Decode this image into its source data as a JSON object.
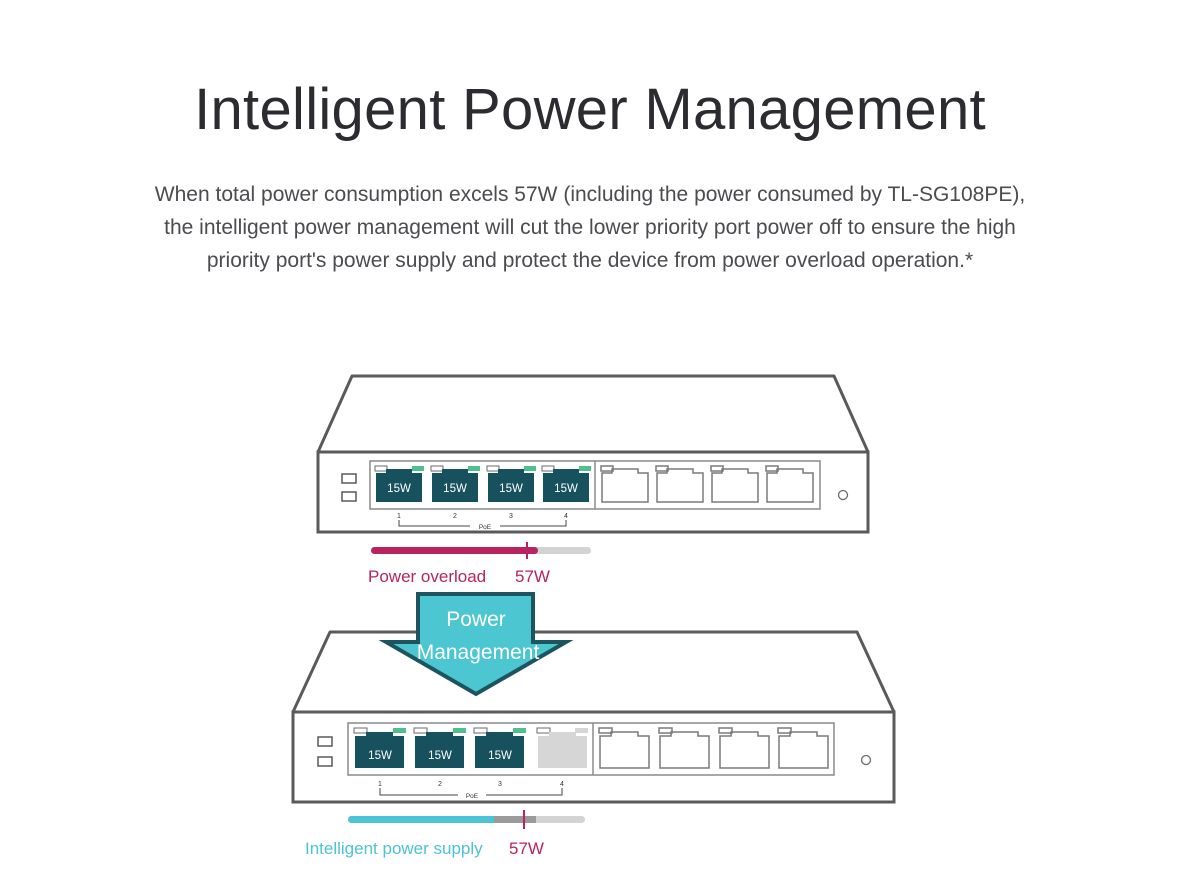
{
  "heading": "Intelligent Power Management",
  "description": "When total power consumption excels 57W (including the power consumed by TL-SG108PE), the intelligent power management will cut the lower priority port power off to ensure the high priority port's power supply and protect the device from power overload operation.*",
  "top_switch": {
    "port_labels": [
      "15W",
      "15W",
      "15W",
      "15W"
    ],
    "port_numbers": [
      "1",
      "2",
      "3",
      "4"
    ],
    "poe_label": "PoE",
    "status_label": "Power overload",
    "threshold_label": "57W"
  },
  "arrow": {
    "line1": "Power",
    "line2": "Management"
  },
  "bottom_switch": {
    "port_labels": [
      "15W",
      "15W",
      "15W"
    ],
    "port_numbers": [
      "1",
      "2",
      "3",
      "4"
    ],
    "poe_label": "PoE",
    "status_label": "Intelligent power supply",
    "threshold_label": "57W"
  },
  "colors": {
    "text_dark": "#2b2b30",
    "body_text": "#4b4b50",
    "outline": "#5a5a5a",
    "port_fill": "#17515e",
    "led_green": "#4fbf8e",
    "overload": "#b7245f",
    "supply": "#4cc3d4",
    "arrow_fill": "#4cc6d0",
    "arrow_stroke": "#1c5560",
    "bar_grey": "#d3d3d3",
    "bar_mid_grey": "#9a9a9a",
    "disabled_port": "#d6d6d6"
  }
}
